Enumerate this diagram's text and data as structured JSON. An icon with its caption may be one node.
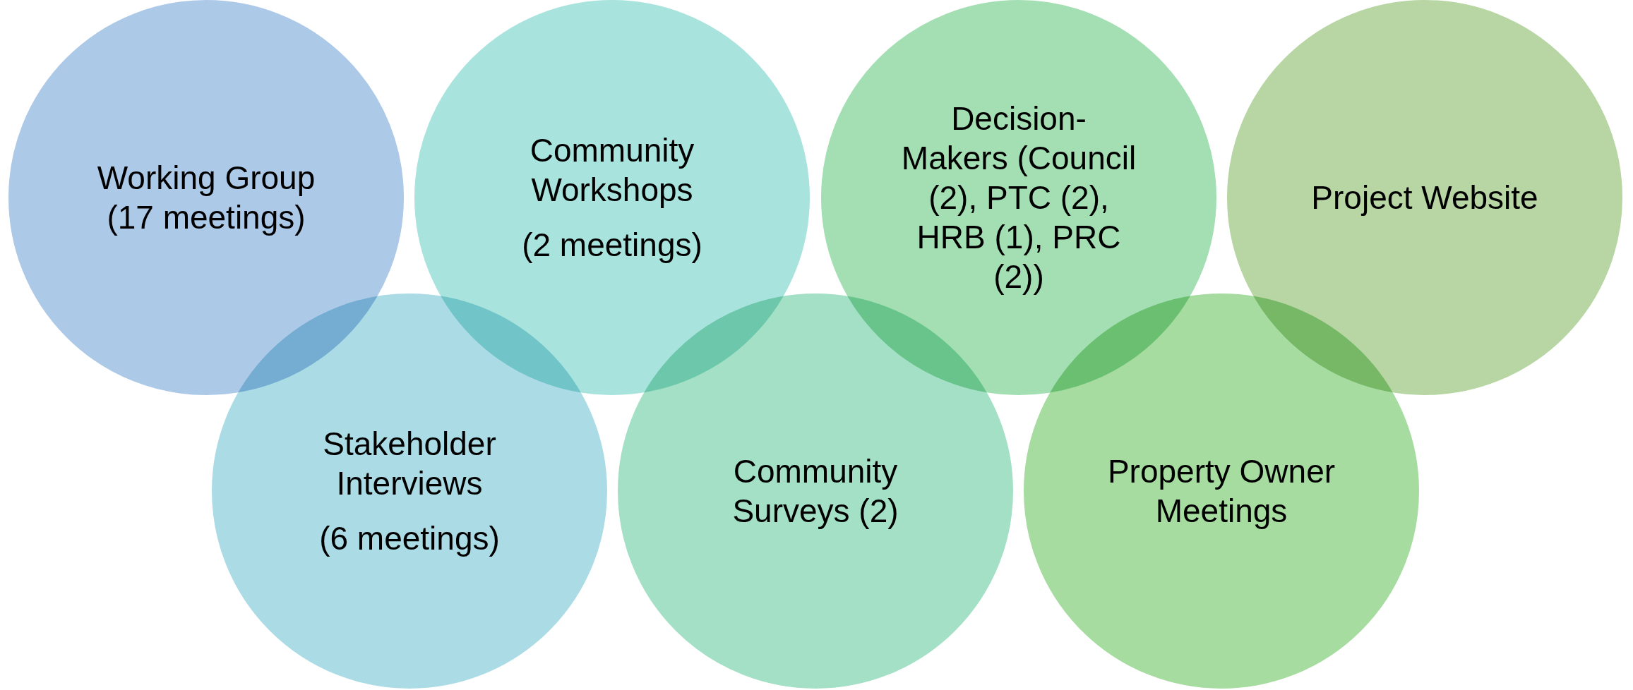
{
  "diagram": {
    "nodes": [
      {
        "text": [
          "Working Group (17 meetings)"
        ]
      },
      {
        "text": [
          "Community Workshops",
          "(2 meetings)"
        ]
      },
      {
        "text": [
          "Decision-Makers (Council (2), PTC (2), HRB (1), PRC (2))"
        ]
      },
      {
        "text": [
          "Project Website"
        ]
      },
      {
        "text": [
          "Stakeholder Interviews",
          "(6 meetings)"
        ]
      },
      {
        "text": [
          "Community Surveys (2)"
        ]
      },
      {
        "text": [
          "Property Owner Meetings"
        ]
      }
    ]
  }
}
